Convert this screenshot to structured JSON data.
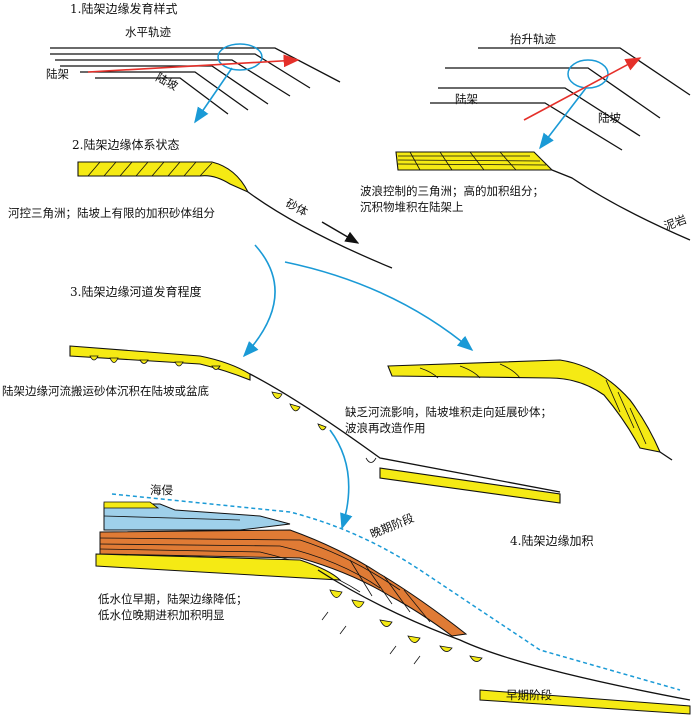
{
  "sections": {
    "s1_title": "1.陆架边缘发育样式",
    "s2_title": "2.陆架边缘体系状态",
    "s3_title": "3.陆架边缘河道发育程度",
    "s4_title": "4.陆架边缘加积"
  },
  "panel1_left": {
    "trajectory": "水平轨迹",
    "shelf": "陆架",
    "slope": "陆坡"
  },
  "panel1_right": {
    "trajectory": "抬升轨迹",
    "shelf": "陆架",
    "slope": "陆坡"
  },
  "panel2_left": {
    "caption": "河控三角洲；陆坡上有限的加积砂体组分",
    "sand": "砂体"
  },
  "panel2_right": {
    "caption_line1": "波浪控制的三角洲；高的加积组分；",
    "caption_line2": "沉积物堆积在陆架上",
    "mudstone": "泥岩"
  },
  "panel3_left": {
    "caption": "陆架边缘河流搬运砂体沉积在陆坡或盆底"
  },
  "panel3_right": {
    "caption_line1": "缺乏河流影响，陆坡堆积走向延展砂体；",
    "caption_line2": "波浪再改造作用"
  },
  "panel4": {
    "transgression": "海侵",
    "late_stage": "晚期阶段",
    "early_stage": "早期阶段",
    "caption_line1": "低水位早期，陆架边缘降低；",
    "caption_line2": "低水位晚期进积加积明显"
  },
  "colors": {
    "sand_yellow": "#f5ea14",
    "arrow_blue": "#1a9ad6",
    "trajectory_red": "#e5302a",
    "water_blue": "#9fd0ea",
    "clinoform_orange": "#e07b35"
  }
}
